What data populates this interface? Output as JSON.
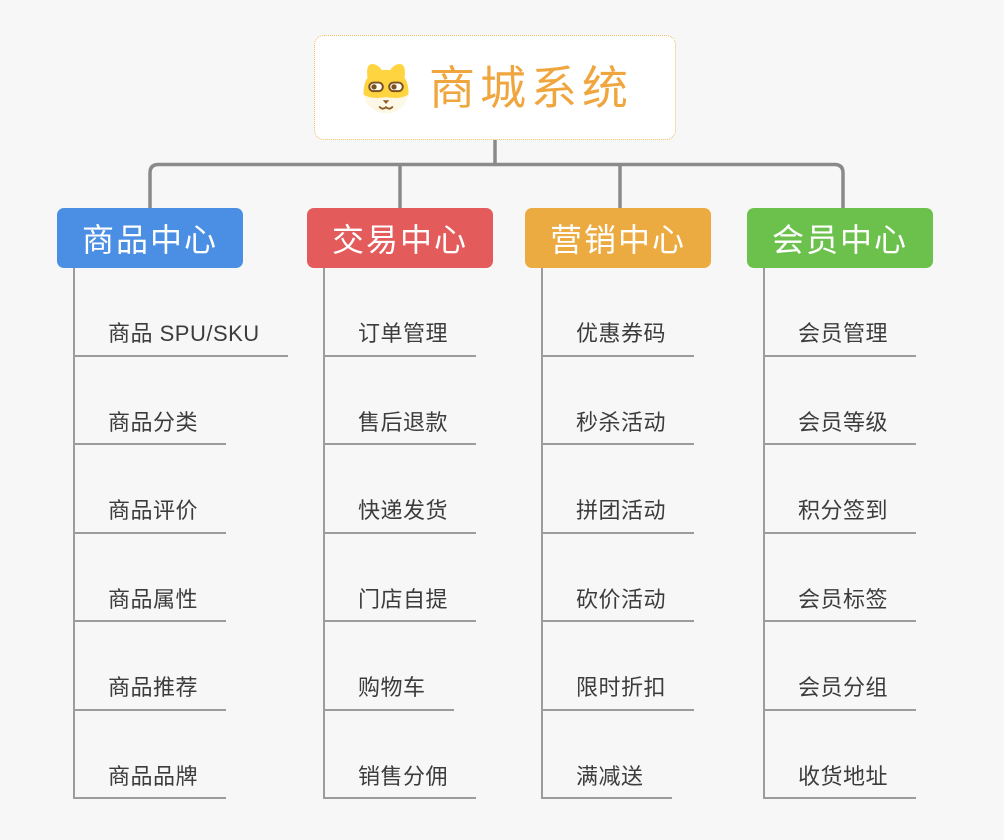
{
  "root": {
    "title": "商城系统",
    "icon": "dog-face-icon"
  },
  "branches": [
    {
      "label": "商品中心",
      "color": "#4b8fe4",
      "children": [
        "商品 SPU/SKU",
        "商品分类",
        "商品评价",
        "商品属性",
        "商品推荐",
        "商品品牌"
      ]
    },
    {
      "label": "交易中心",
      "color": "#e45b5b",
      "children": [
        "订单管理",
        "售后退款",
        "快递发货",
        "门店自提",
        "购物车",
        "销售分佣"
      ]
    },
    {
      "label": "营销中心",
      "color": "#ecab41",
      "children": [
        "优惠券码",
        "秒杀活动",
        "拼团活动",
        "砍价活动",
        "限时折扣",
        "满减送"
      ]
    },
    {
      "label": "会员中心",
      "color": "#6cc14d",
      "children": [
        "会员管理",
        "会员等级",
        "积分签到",
        "会员标签",
        "会员分组",
        "收货地址"
      ]
    }
  ],
  "colors": {
    "background": "#f7f7f7",
    "connector": "#8a8a8a",
    "leaf_line": "#9c9c9c",
    "leaf_text": "#3c3c3c",
    "root_accent": "#f0a63e",
    "root_border": "#eeb968"
  }
}
